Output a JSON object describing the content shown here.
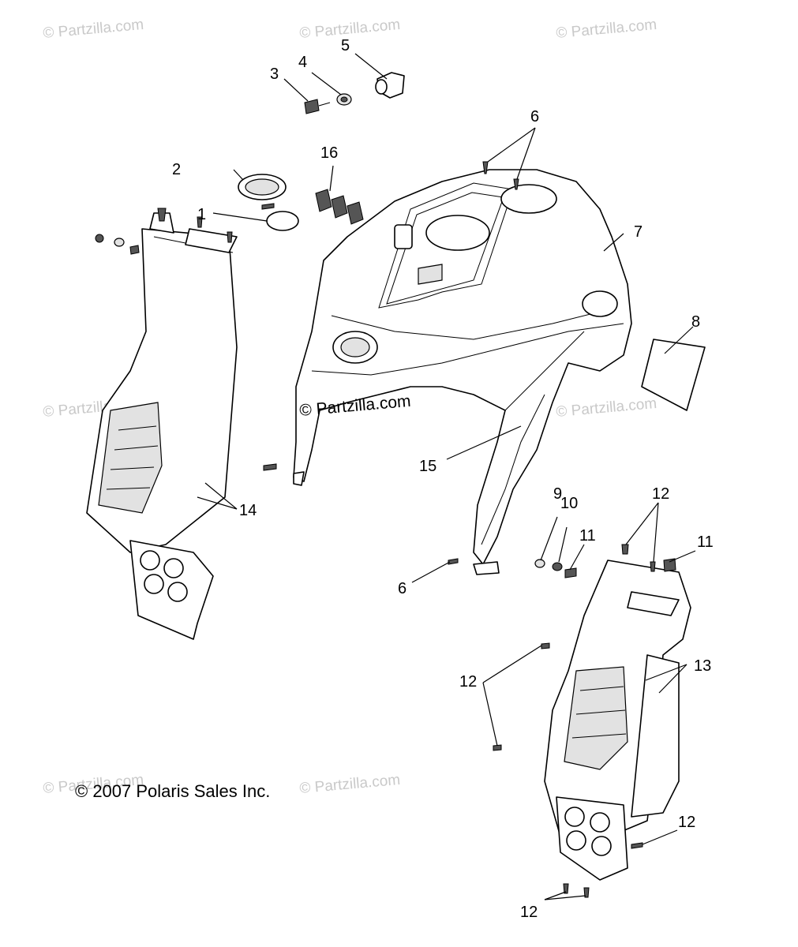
{
  "watermark": "© Partzilla.com",
  "center_watermark": "© Partzilla.com",
  "copyright": "© 2007 Polaris Sales Inc.",
  "callouts": {
    "c1": "1",
    "c2": "2",
    "c3": "3",
    "c4": "4",
    "c5": "5",
    "c6a": "6",
    "c6b": "6",
    "c7": "7",
    "c8": "8",
    "c9": "9",
    "c10": "10",
    "c11a": "11",
    "c11b": "11",
    "c12a": "12",
    "c12b": "12",
    "c12c": "12",
    "c12d": "12",
    "c13": "13",
    "c14": "14",
    "c15": "15",
    "c16": "16"
  }
}
